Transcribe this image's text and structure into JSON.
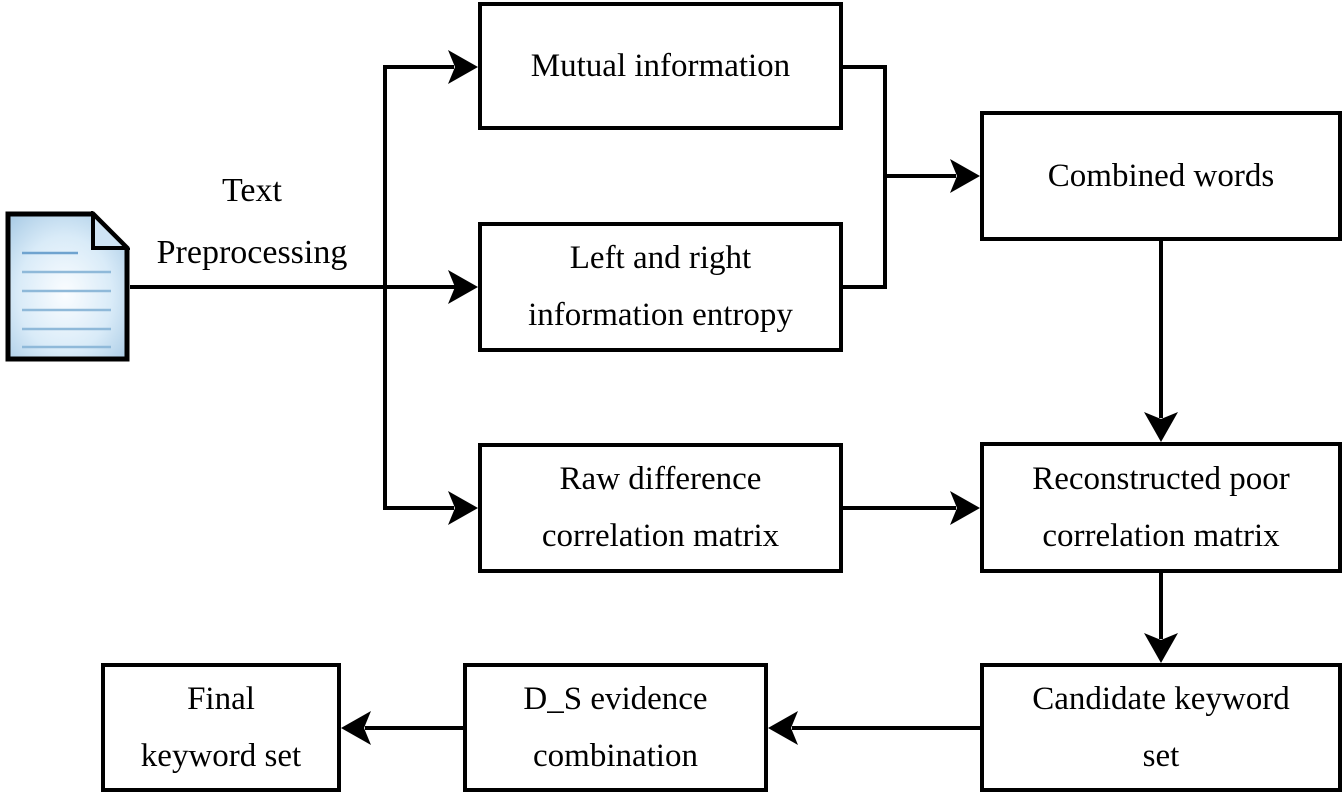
{
  "diagram": {
    "title": "Keyword extraction flowchart",
    "colors": {
      "background": "#ffffff",
      "stroke": "#000000",
      "box_fill": "#ffffff",
      "doc_fill_edge": "#a6c9e4",
      "doc_fill_mid": "#d9ebf8",
      "doc_fill_center": "#fbfdff",
      "doc_fold_fill": "#cfe4f4",
      "doc_text_lines": "#8fb9d9"
    },
    "source": {
      "icon": "document-icon",
      "label": "Text Preprocessing",
      "label_lines": [
        "Text",
        "Preprocessing"
      ]
    },
    "nodes": [
      {
        "id": "mutual-information",
        "label": "Mutual information",
        "lines": [
          "Mutual information"
        ]
      },
      {
        "id": "left-right-information-entropy",
        "label": "Left and right information entropy",
        "lines": [
          "Left and right",
          "information entropy"
        ]
      },
      {
        "id": "combined-words",
        "label": "Combined words",
        "lines": [
          "Combined words"
        ]
      },
      {
        "id": "raw-difference-correlation-matrix",
        "label": "Raw difference correlation matrix",
        "lines": [
          "Raw difference",
          "correlation matrix"
        ]
      },
      {
        "id": "reconstructed-poor-correlation-matrix",
        "label": "Reconstructed poor correlation matrix",
        "lines": [
          "Reconstructed poor",
          "correlation matrix"
        ]
      },
      {
        "id": "candidate-keyword-set",
        "label": "Candidate keyword set",
        "lines": [
          "Candidate keyword",
          "set"
        ]
      },
      {
        "id": "d-s-evidence-combination",
        "label": "D_S evidence combination",
        "lines": [
          "D_S evidence",
          "combination"
        ]
      },
      {
        "id": "final-keyword-set",
        "label": "Final keyword set",
        "lines": [
          "Final",
          "keyword set"
        ]
      }
    ],
    "edges": [
      {
        "from": "source-document",
        "to": "mutual-information"
      },
      {
        "from": "source-document",
        "to": "left-right-information-entropy"
      },
      {
        "from": "source-document",
        "to": "raw-difference-correlation-matrix"
      },
      {
        "from": "mutual-information",
        "to": "combined-words"
      },
      {
        "from": "left-right-information-entropy",
        "to": "combined-words"
      },
      {
        "from": "combined-words",
        "to": "reconstructed-poor-correlation-matrix"
      },
      {
        "from": "raw-difference-correlation-matrix",
        "to": "reconstructed-poor-correlation-matrix"
      },
      {
        "from": "reconstructed-poor-correlation-matrix",
        "to": "candidate-keyword-set"
      },
      {
        "from": "candidate-keyword-set",
        "to": "d-s-evidence-combination"
      },
      {
        "from": "d-s-evidence-combination",
        "to": "final-keyword-set"
      }
    ]
  }
}
